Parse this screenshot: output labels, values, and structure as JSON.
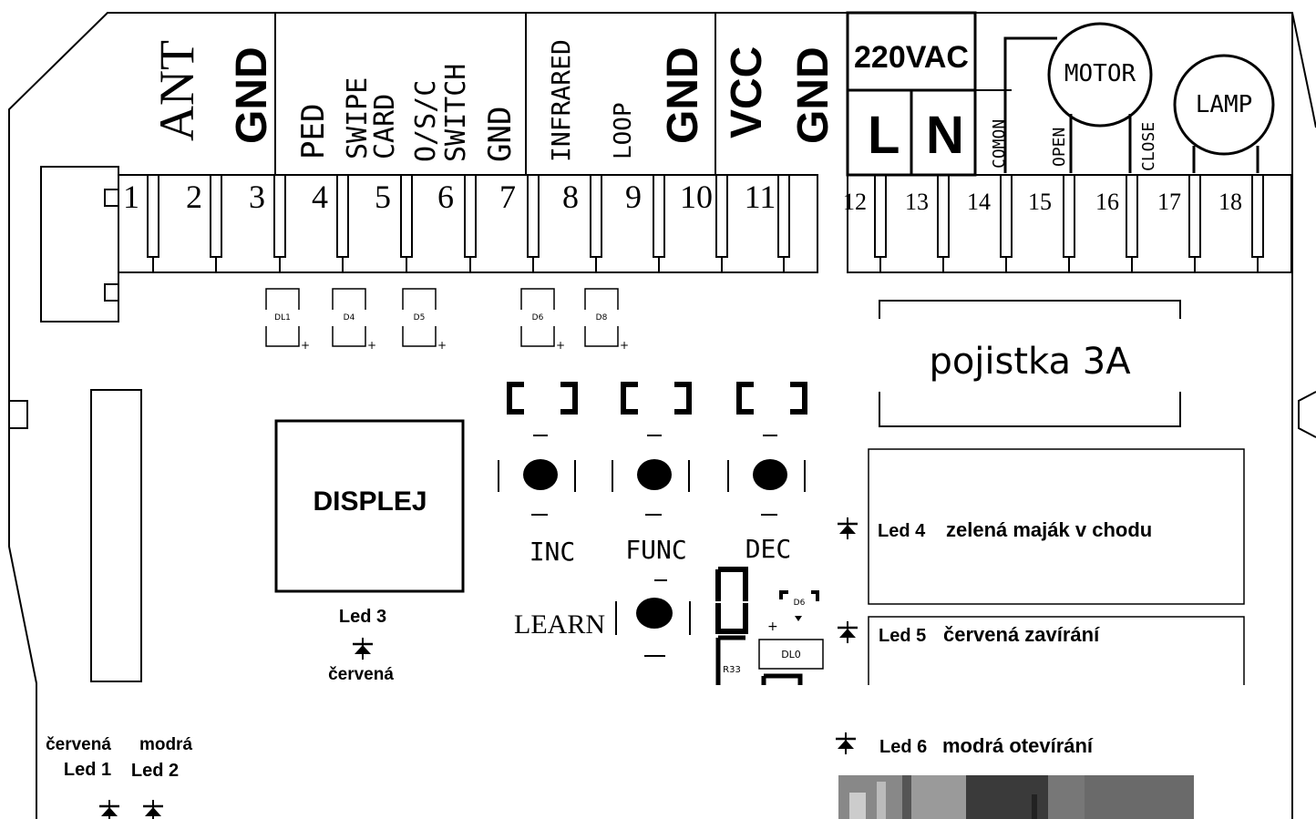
{
  "terminals": {
    "numbers": [
      "1",
      "2",
      "3",
      "4",
      "5",
      "6",
      "7",
      "8",
      "9",
      "10",
      "11",
      "12",
      "13",
      "14",
      "15",
      "16",
      "17",
      "18"
    ],
    "labels": {
      "ant": "ANT",
      "gnd1": "GND",
      "ped": "PED",
      "swipe1": "SWIPE",
      "swipe2": "CARD",
      "osc1": "O/S/C",
      "osc2": "SWITCH",
      "gnd2": "GND",
      "infrared": "INFRARED",
      "loop": "LOOP",
      "gnd3": "GND",
      "vcc": "VCC",
      "gnd4": "GND",
      "vac": "220VAC",
      "l": "L",
      "n": "N",
      "comon": "COMON",
      "open": "OPEN",
      "close": "CLOSE",
      "motor": "MOTOR",
      "lamp": "LAMP"
    }
  },
  "diodes": [
    "DL1",
    "D4",
    "D5",
    "D6",
    "D8"
  ],
  "fuse": "pojistka 3A",
  "display": "DISPLEJ",
  "buttons": {
    "inc": "INC",
    "func": "FUNC",
    "dec": "DEC",
    "learn": "LEARN"
  },
  "small_parts": {
    "d6": "D6",
    "dl0": "DL0",
    "r33": "R33"
  },
  "leds": {
    "led3": {
      "name": "Led 3",
      "color": "červená"
    },
    "led1": {
      "color": "červená",
      "name": "Led 1"
    },
    "led2": {
      "color": "modrá",
      "name": "Led 2"
    },
    "led4": {
      "name": "Led 4",
      "desc": "zelená maják v chodu"
    },
    "led5": {
      "name": "Led 5",
      "desc": "červená zavírání"
    },
    "led6": {
      "name": "Led 6",
      "desc": "modrá otevírání"
    }
  },
  "colors": {
    "ink": "#000000",
    "paper": "#ffffff"
  }
}
